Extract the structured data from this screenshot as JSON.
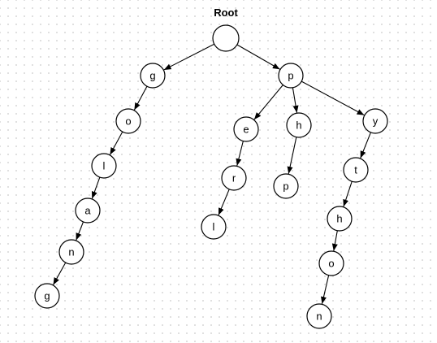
{
  "diagram": {
    "title": "Root",
    "nodes": [
      {
        "id": "root",
        "label": ""
      },
      {
        "id": "g1",
        "label": "g"
      },
      {
        "id": "o1",
        "label": "o"
      },
      {
        "id": "l1",
        "label": "l"
      },
      {
        "id": "a1",
        "label": "a"
      },
      {
        "id": "n1",
        "label": "n"
      },
      {
        "id": "g2",
        "label": "g"
      },
      {
        "id": "p1",
        "label": "p"
      },
      {
        "id": "e1",
        "label": "e"
      },
      {
        "id": "r1",
        "label": "r"
      },
      {
        "id": "l2",
        "label": "l"
      },
      {
        "id": "h1",
        "label": "h"
      },
      {
        "id": "p2",
        "label": "p"
      },
      {
        "id": "y1",
        "label": "y"
      },
      {
        "id": "t1",
        "label": "t"
      },
      {
        "id": "h2",
        "label": "h"
      },
      {
        "id": "o2",
        "label": "o"
      },
      {
        "id": "n2",
        "label": "n"
      }
    ],
    "edges": [
      {
        "from": "root",
        "to": "g1"
      },
      {
        "from": "root",
        "to": "p1"
      },
      {
        "from": "g1",
        "to": "o1"
      },
      {
        "from": "o1",
        "to": "l1"
      },
      {
        "from": "l1",
        "to": "a1"
      },
      {
        "from": "a1",
        "to": "n1"
      },
      {
        "from": "n1",
        "to": "g2"
      },
      {
        "from": "p1",
        "to": "e1"
      },
      {
        "from": "p1",
        "to": "h1"
      },
      {
        "from": "p1",
        "to": "y1"
      },
      {
        "from": "e1",
        "to": "r1"
      },
      {
        "from": "r1",
        "to": "l2"
      },
      {
        "from": "h1",
        "to": "p2"
      },
      {
        "from": "y1",
        "to": "t1"
      },
      {
        "from": "t1",
        "to": "h2"
      },
      {
        "from": "h2",
        "to": "o2"
      },
      {
        "from": "o2",
        "to": "n2"
      }
    ]
  }
}
